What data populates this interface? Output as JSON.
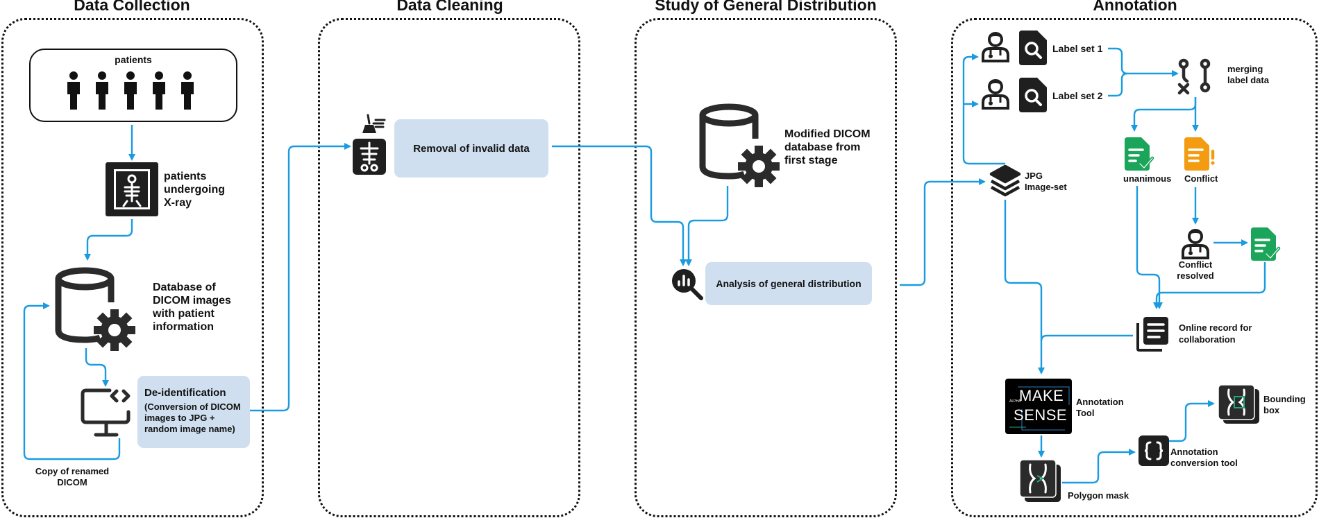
{
  "stages": {
    "collection": "Data Collection",
    "cleaning": "Data Cleaning",
    "distribution": "Study of General Distribution",
    "annotation": "Annotation"
  },
  "collection": {
    "patients": "patients",
    "xray": [
      "patients",
      "undergoing",
      "X-ray"
    ],
    "database": [
      "Database of",
      "DICOM images",
      "with patient",
      "information"
    ],
    "deid_title": "De-identification",
    "deid_desc": [
      "(Conversion of DICOM",
      "images to JPG +",
      "random image name)"
    ],
    "copy": [
      "Copy of renamed",
      "DICOM"
    ]
  },
  "cleaning": {
    "removal": "Removal of invalid data"
  },
  "distribution": {
    "modified_db": [
      "Modified DICOM",
      "database from",
      "first stage"
    ],
    "analysis": "Analysis of general distribution"
  },
  "annotation": {
    "label_set_1": "Label set 1",
    "label_set_2": "Label set 2",
    "merging": [
      "merging",
      "label data"
    ],
    "jpg": [
      "JPG",
      "Image-set"
    ],
    "unanimous": "unanimous",
    "conflict": "Conflict",
    "resolved": [
      "Conflict",
      "resolved"
    ],
    "online": [
      "Online record for",
      "collaboration"
    ],
    "makesense_line1": "MAKE",
    "makesense_line2": "SENSE",
    "makesense_badge": "ALPHA",
    "tool": [
      "Annotation",
      "Tool"
    ],
    "polygon": "Polygon mask",
    "conversion": [
      "Annotation",
      "conversion tool"
    ],
    "bbox": [
      "Bounding",
      "box"
    ]
  },
  "colors": {
    "arrow": "#1a9be0",
    "pill": "#cfdff0",
    "green": "#1aa55a",
    "orange": "#f39c12",
    "ink": "#222222"
  }
}
